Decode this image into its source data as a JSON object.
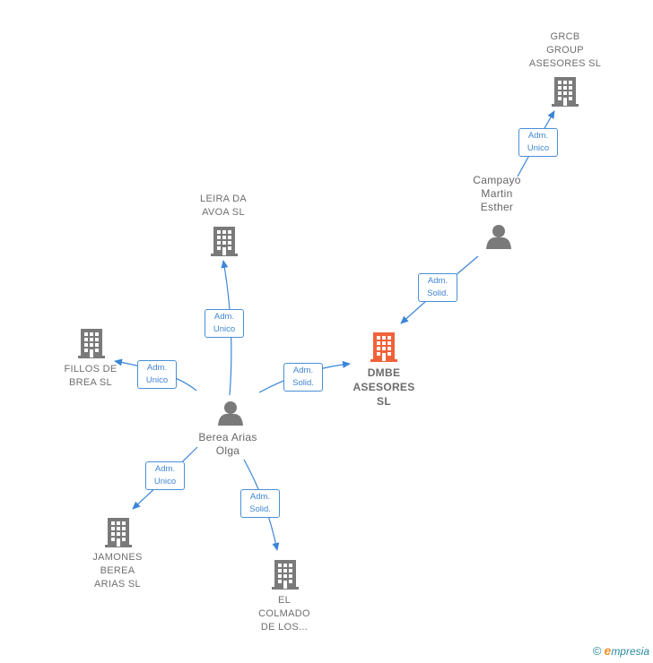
{
  "colors": {
    "edge": "#3a85d8",
    "building": "#7a7a7a",
    "focus": "#f0623a",
    "person": "#7a7a7a",
    "badge_text": "#3f86d3"
  },
  "nodes": {
    "grcb": {
      "label": "GRCB\nGROUP\nASESORES  SL",
      "icon": "building-icon"
    },
    "campayo": {
      "label": "Campayo\nMartin\nEsther",
      "icon": "person-icon"
    },
    "leira": {
      "label": "LEIRA DA\nAVOA  SL",
      "icon": "building-icon"
    },
    "fillos": {
      "label": "FILLOS DE\nBREA  SL",
      "icon": "building-icon"
    },
    "dmbe": {
      "label": "DMBE\nASESORES\nSL",
      "icon": "building-icon"
    },
    "berea": {
      "label": "Berea Arias\nOlga",
      "icon": "person-icon"
    },
    "jamones": {
      "label": "JAMONES\nBEREA\nARIAS SL",
      "icon": "building-icon"
    },
    "colmado": {
      "label": "EL\nCOLMADO\nDE LOS...",
      "icon": "building-icon"
    }
  },
  "edges": [
    {
      "from": "campayo",
      "to": "grcb",
      "role": [
        "Adm.",
        "Unico"
      ]
    },
    {
      "from": "campayo",
      "to": "dmbe",
      "role": [
        "Adm.",
        "Solid."
      ]
    },
    {
      "from": "berea",
      "to": "leira",
      "role": [
        "Adm.",
        "Unico"
      ]
    },
    {
      "from": "berea",
      "to": "fillos",
      "role": [
        "Adm.",
        "Unico"
      ]
    },
    {
      "from": "berea",
      "to": "dmbe",
      "role": [
        "Adm.",
        "Solid."
      ]
    },
    {
      "from": "berea",
      "to": "jamones",
      "role": [
        "Adm.",
        "Unico"
      ]
    },
    {
      "from": "berea",
      "to": "colmado",
      "role": [
        "Adm.",
        "Solid."
      ]
    }
  ],
  "brand": {
    "copyright": "©",
    "name_initial": "e",
    "name_rest": "mpresia"
  }
}
